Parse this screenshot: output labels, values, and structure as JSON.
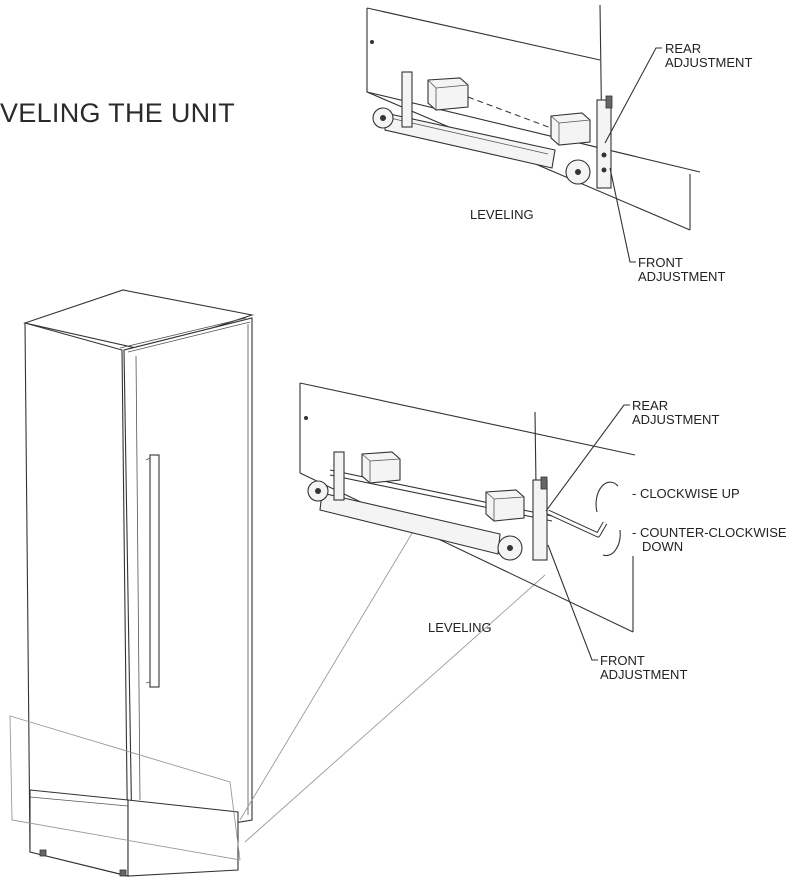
{
  "title": "VELING THE UNIT",
  "top_detail": {
    "rear_label_line1": "REAR",
    "rear_label_line2": "ADJUSTMENT",
    "front_label_line1": "FRONT",
    "front_label_line2": "ADJUSTMENT",
    "caption": "LEVELING"
  },
  "bottom_detail": {
    "rear_label_line1": "REAR",
    "rear_label_line2": "ADJUSTMENT",
    "front_label_line1": "FRONT",
    "front_label_line2": "ADJUSTMENT",
    "caption": "LEVELING",
    "clockwise_label": "- CLOCKWISE UP",
    "ccw_label_line1": "- COUNTER-CLOCKWISE",
    "ccw_label_line2": "DOWN"
  }
}
